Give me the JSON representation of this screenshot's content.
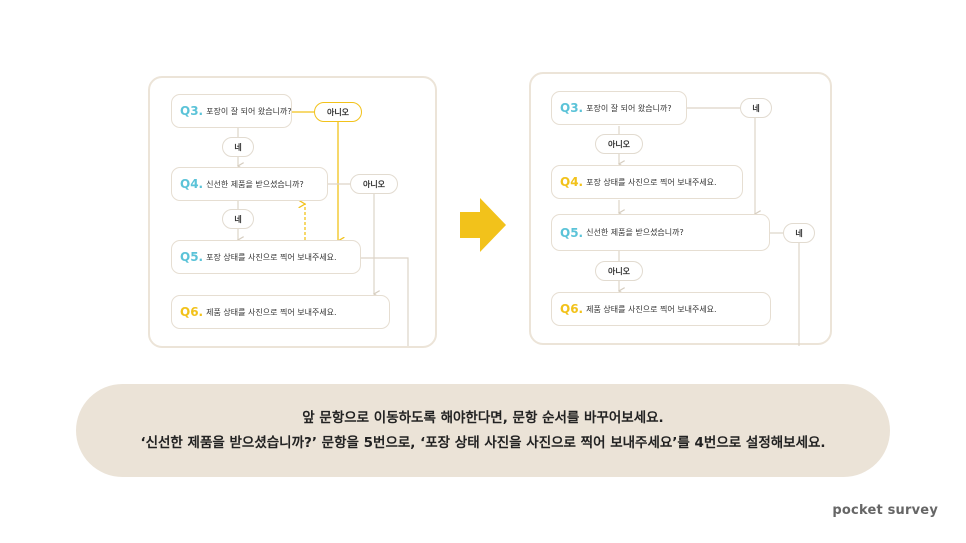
{
  "left": {
    "q3": {
      "num": "Q3.",
      "text": "포장이 잘 되어 왔습니까?"
    },
    "q4": {
      "num": "Q4.",
      "text": "신선한 제품을 받으셨습니까?"
    },
    "q5": {
      "num": "Q5.",
      "text": "포장 상태를 사진으로 찍어 보내주세요."
    },
    "q6": {
      "num": "Q6.",
      "text": "제품 상태를 사진으로 찍어 보내주세요."
    },
    "pill_q3_no": "아니오",
    "pill_q3_yes": "네",
    "pill_q4_no": "아니오",
    "pill_q4_yes": "네"
  },
  "right": {
    "q3": {
      "num": "Q3.",
      "text": "포장이 잘 되어 왔습니까?"
    },
    "q4": {
      "num": "Q4.",
      "text": "포장 상태를 사진으로 찍어 보내주세요."
    },
    "q5": {
      "num": "Q5.",
      "text": "신선한 제품을 받으셨습니까?"
    },
    "q6": {
      "num": "Q6.",
      "text": "제품 상태를 사진으로 찍어 보내주세요."
    },
    "pill_q3_yes": "네",
    "pill_q3_no": "아니오",
    "pill_q5_yes": "네",
    "pill_q5_no": "아니오"
  },
  "instruction": {
    "line1": "앞 문항으로 이동하도록 해야한다면, 문항 순서를 바꾸어보세요.",
    "line2": "‘신선한 제품을 받으셨습니까?’ 문항을 5번으로, ‘포장 상태 사진을 사진으로 찍어 보내주세요’를 4번으로 설정해보세요."
  },
  "logo": "pocket survey",
  "colors": {
    "accent_yellow": "#f2c21b",
    "accent_blue": "#5bc3d8",
    "panel_border": "#ece4d8",
    "instruction_bg": "#ebe3d7"
  }
}
